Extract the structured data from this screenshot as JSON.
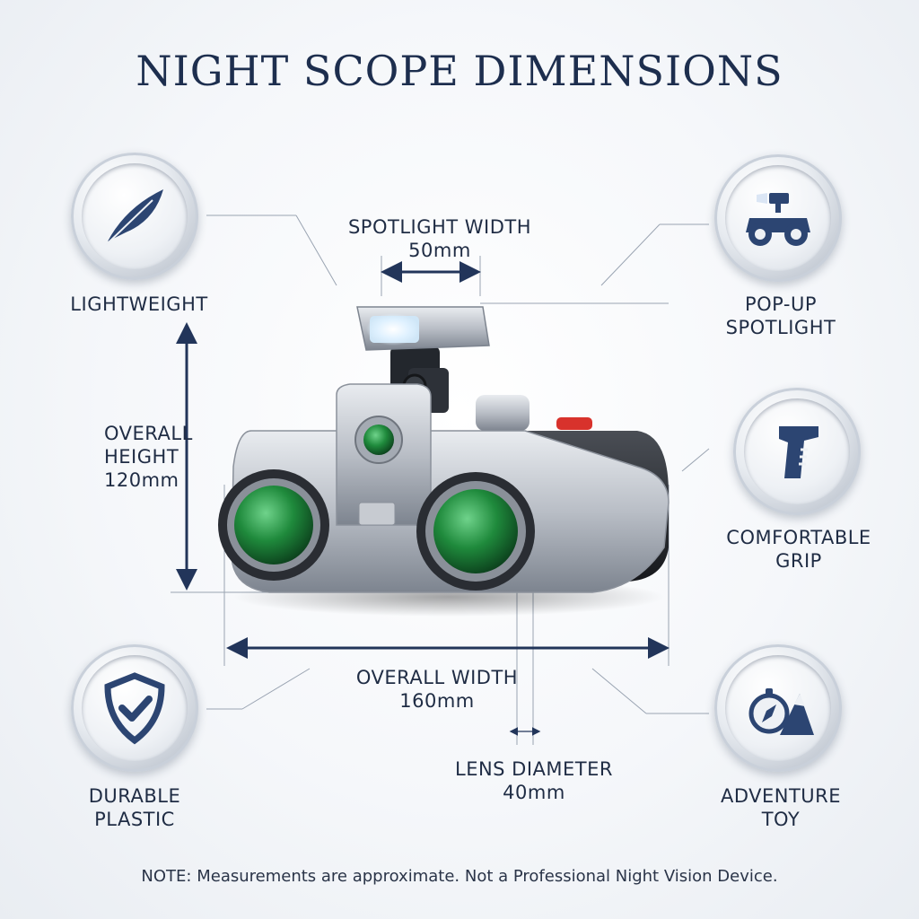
{
  "title": "NIGHT SCOPE DIMENSIONS",
  "features": {
    "lightweight": "LIGHTWEIGHT",
    "popup_line1": "POP-UP",
    "popup_line2": "SPOTLIGHT",
    "grip_line1": "COMFORTABLE",
    "grip_line2": "GRIP",
    "durable_line1": "DURABLE",
    "durable_line2": "PLASTIC",
    "adventure_line1": "ADVENTURE",
    "adventure_line2": "TOY"
  },
  "dimensions": {
    "spotlight_label": "SPOTLIGHT WIDTH",
    "spotlight_value": "50mm",
    "height_label_line1": "OVERALL",
    "height_label_line2": "HEIGHT",
    "height_value": "120mm",
    "width_label": "OVERALL WIDTH",
    "width_value": "160mm",
    "lens_label": "LENS DIAMETER",
    "lens_value": "40mm"
  },
  "note": "NOTE: Measurements are approximate. Not a Professional Night Vision Device.",
  "colors": {
    "navy": "#1d2e4e",
    "lens_green": "#1f8a3c",
    "body_silver": "#b9bec6",
    "accent_red": "#d8322c"
  },
  "icons": [
    "feather-icon",
    "binoculars-spotlight-icon",
    "grip-icon",
    "shield-check-icon",
    "compass-mountain-icon"
  ]
}
